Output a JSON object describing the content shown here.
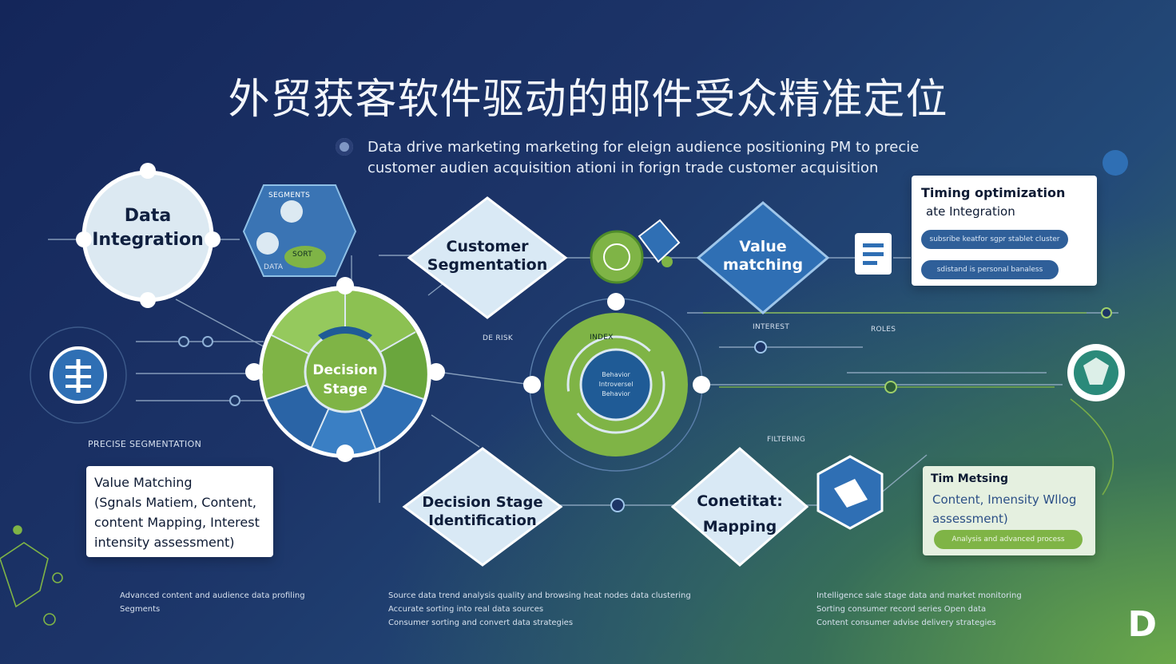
{
  "title": "外贸获客软件驱动的邮件受众精准定位",
  "subtitle": {
    "line1": "Data drive marketing marketing for eleign audience positioning PM to precie",
    "line2": "customer audien acquisition ationi in forign trade customer acquisition"
  },
  "nodes": {
    "data_integration": "Data\nIntegration",
    "decision_stage": "Decision\nStage",
    "customer_segmentation": "Customer\nSegmentation",
    "value_matching_diamond": "Value\nmatching",
    "decision_stage_identification": "Decision Stage\nIdentification",
    "content_mapping": "Conetitat:\nMapping",
    "ring_center_text": "Behavior\nIntroversel\nBehavior"
  },
  "card_timing": {
    "title": "Timing optimization",
    "subtitle": "ate Integration",
    "pill1": "subsribe keatfor sgpr stablet cluster",
    "pill2": "sdistand is personal banaless"
  },
  "card_value": {
    "text": "Value Matching\n(Sgnals Matiem, Content,\ncontent Mapping, Interest\nintensity assessment)"
  },
  "card_timing_matching": {
    "title": "Tim Metsing",
    "body": "Content, Imensity Wllog\nassessment)",
    "pill": "Analysis and advanced process"
  },
  "labels": {
    "left_section": "PRECISE SEGMENTATION",
    "small_a": "SEGMENTS",
    "small_b": "SORT",
    "small_c": "DATA",
    "small_d": "DE RISK",
    "small_e": "INDEX",
    "small_f": "ROLES",
    "small_g": "FILTERING",
    "small_h": "INTEREST"
  },
  "footer": {
    "col1": [
      "Advanced content and audience data profiling",
      "Segments"
    ],
    "col2": [
      "Source data trend analysis quality and browsing heat nodes data clustering",
      "Accurate sorting into real data sources",
      "Consumer sorting and convert data strategies"
    ],
    "col3": [
      "Intelligence sale stage data and market monitoring",
      "Sorting consumer record series Open data",
      "Content consumer advise delivery strategies"
    ]
  },
  "logo": "D",
  "colors": {
    "accent_green": "#7fb446",
    "accent_blue": "#2f6fb4",
    "diamond_fill": "#d9e9f5",
    "node_fill": "#dce9f2"
  }
}
